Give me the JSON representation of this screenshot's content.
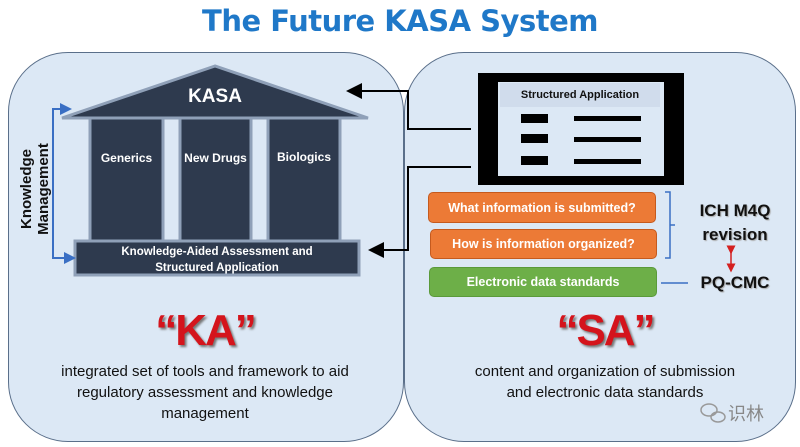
{
  "title": "The Future KASA System",
  "left_panel": {
    "side_label": "Knowledge Management",
    "roof_label": "KASA",
    "pillars": [
      "Generics",
      "New Drugs",
      "Biologics"
    ],
    "base_line1": "Knowledge-Aided Assessment and",
    "base_line2": "Structured Application",
    "big_label": "“KA”",
    "description": [
      "integrated set of tools and framework to aid",
      "regulatory assessment and knowledge",
      "management"
    ]
  },
  "right_panel": {
    "tablet_title": "Structured Application",
    "boxes": [
      "What information is submitted?",
      "How is information organized?",
      "Electronic data standards"
    ],
    "ich_line1": "ICH M4Q",
    "ich_line2": "revision",
    "pq_label": "PQ-CMC",
    "big_label": "“SA”",
    "description": [
      "content and organization of submission",
      "and electronic data standards"
    ]
  },
  "watermark": "识林",
  "colors": {
    "title": "#1f78c8",
    "building": "#2e3a4e",
    "orange": "#ec7a36",
    "green": "#6daf48",
    "red": "#d4141c"
  }
}
